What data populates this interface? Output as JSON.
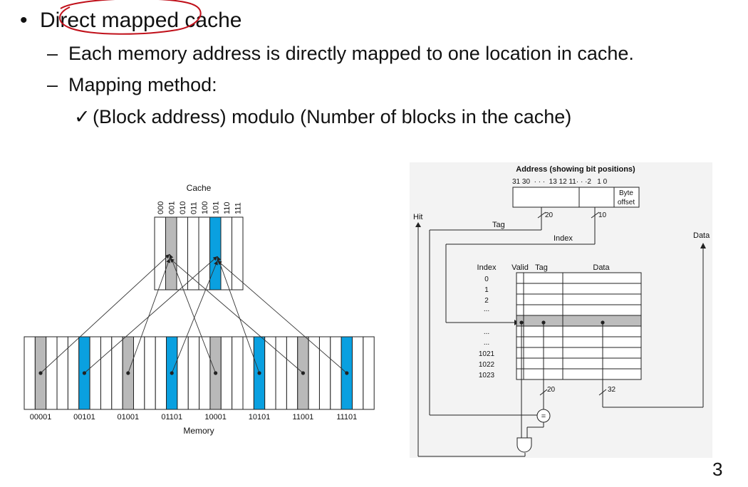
{
  "slide": {
    "bullet": "•",
    "dash": "–",
    "check": "✓",
    "title_pre": "Direct",
    "title_mid": " mapped",
    "title_post": " cache",
    "sub1": "Each memory address is directly mapped to one location in cache.",
    "sub2": "Mapping method:",
    "sub3": "(Block address) modulo (Number of blocks in the cache)",
    "page_number": "3",
    "annotation_color": "#c0101a"
  },
  "left_figure": {
    "cache_label": "Cache",
    "memory_label": "Memory",
    "cache_indices": [
      "000",
      "001",
      "010",
      "011",
      "100",
      "101",
      "110",
      "111"
    ],
    "memory_addresses": [
      "00001",
      "00101",
      "01001",
      "01101",
      "10001",
      "10101",
      "11001",
      "11101"
    ],
    "gray_color": "#b9b9b9",
    "blue_color": "#0aa0e0"
  },
  "right_figure": {
    "title": "Address (showing bit positions)",
    "bit_positions": "31 30  · · ·  13 12 11· · ·2   1 0",
    "byte_offset_1": "Byte",
    "byte_offset_2": "offset",
    "tag_bits": "20",
    "index_bits": "10",
    "hit_label": "Hit",
    "tag_label": "Tag",
    "index_label": "Index",
    "data_label": "Data",
    "col_index": "Index",
    "col_valid": "Valid",
    "col_tag": "Tag",
    "col_data": "Data",
    "indices_top": [
      "0",
      "1",
      "2",
      "..."
    ],
    "indices_bottom": [
      "...",
      "...",
      "1021",
      "1022",
      "1023"
    ],
    "compare_bits": "20",
    "data_bits": "32",
    "equals": "="
  }
}
